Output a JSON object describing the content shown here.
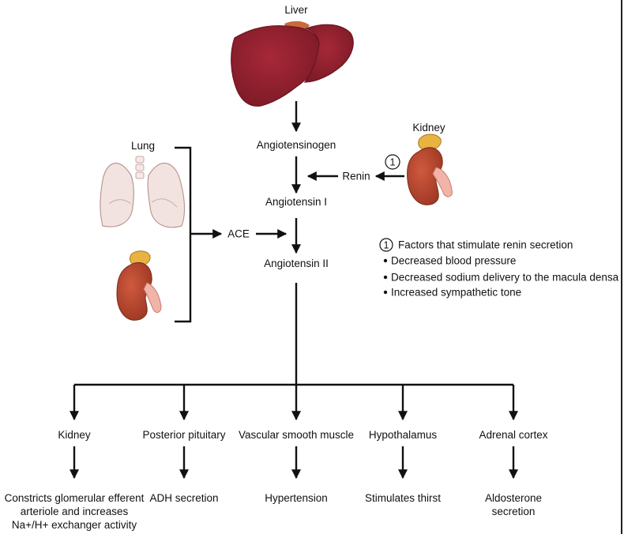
{
  "organs": {
    "liver": {
      "label": "Liver",
      "icon": "liver-icon",
      "color": "#8e1f2c"
    },
    "lung": {
      "label": "Lung",
      "icon": "lung-icon",
      "color": "#f3e3e0"
    },
    "kidney_top": {
      "label": "Kidney",
      "icon": "kidney-icon",
      "color": "#b5472f"
    },
    "kidney_left": {
      "icon": "kidney-icon",
      "color": "#b5472f"
    }
  },
  "pathway": {
    "angiotensinogen": "Angiotensinogen",
    "angiotensin_1": "Angiotensin I",
    "angiotensin_2": "Angiotensin II",
    "renin": "Renin",
    "ace": "ACE",
    "renin_marker": "1"
  },
  "factors": {
    "marker": "1",
    "title": "Factors that stimulate renin secretion",
    "items": [
      "Decreased blood pressure",
      "Decreased sodium delivery to the macula densa",
      "Increased sympathetic tone"
    ]
  },
  "targets": [
    {
      "name": "Kidney",
      "effect_lines": [
        "Constricts glomerular efferent",
        "arteriole and increases",
        "Na+/H+ exchanger activity"
      ]
    },
    {
      "name": "Posterior pituitary",
      "effect_lines": [
        "ADH secretion"
      ]
    },
    {
      "name": "Vascular smooth muscle",
      "effect_lines": [
        "Hypertension"
      ]
    },
    {
      "name": "Hypothalamus",
      "effect_lines": [
        "Stimulates thirst"
      ]
    },
    {
      "name": "Adrenal cortex",
      "effect_lines": [
        "Aldosterone",
        "secretion"
      ]
    }
  ]
}
